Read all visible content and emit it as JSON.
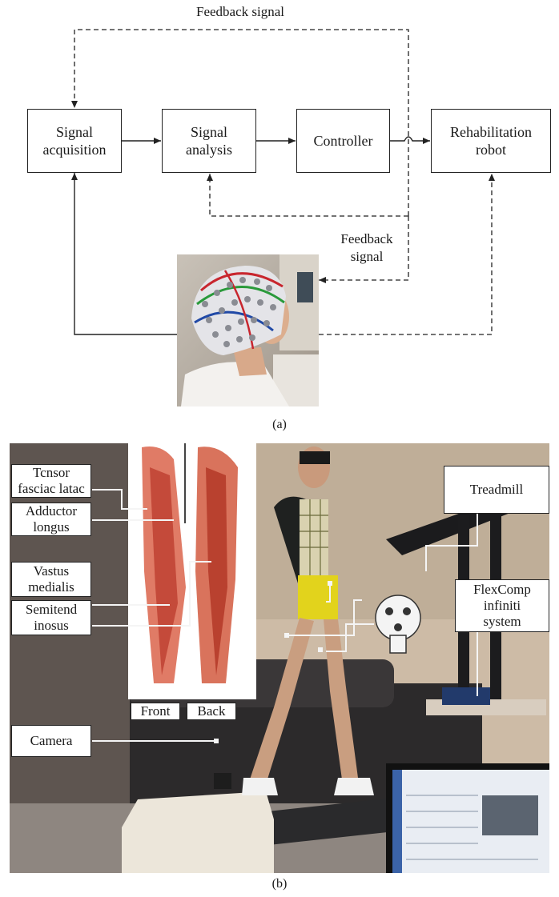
{
  "panel_a": {
    "top_feedback": "Feedback signal",
    "boxes": {
      "acquisition": "Signal\nacquisition",
      "analysis": "Signal\nanalysis",
      "controller": "Controller",
      "robot": "Rehabilitation\nrobot"
    },
    "mid_feedback": "Feedback\nsignal",
    "caption": "(a)"
  },
  "panel_b": {
    "labels": {
      "tensor": "Tcnsor\nfasciac latac",
      "adductor": "Adductor\nlongus",
      "vastus": "Vastus\nmedialis",
      "semitend": "Semitend\ninosus",
      "front": "Front",
      "back": "Back",
      "camera": "Camera",
      "treadmill": "Treadmill",
      "flexcomp": "FlexComp\ninfiniti\nsystem"
    },
    "caption": "(b)"
  }
}
